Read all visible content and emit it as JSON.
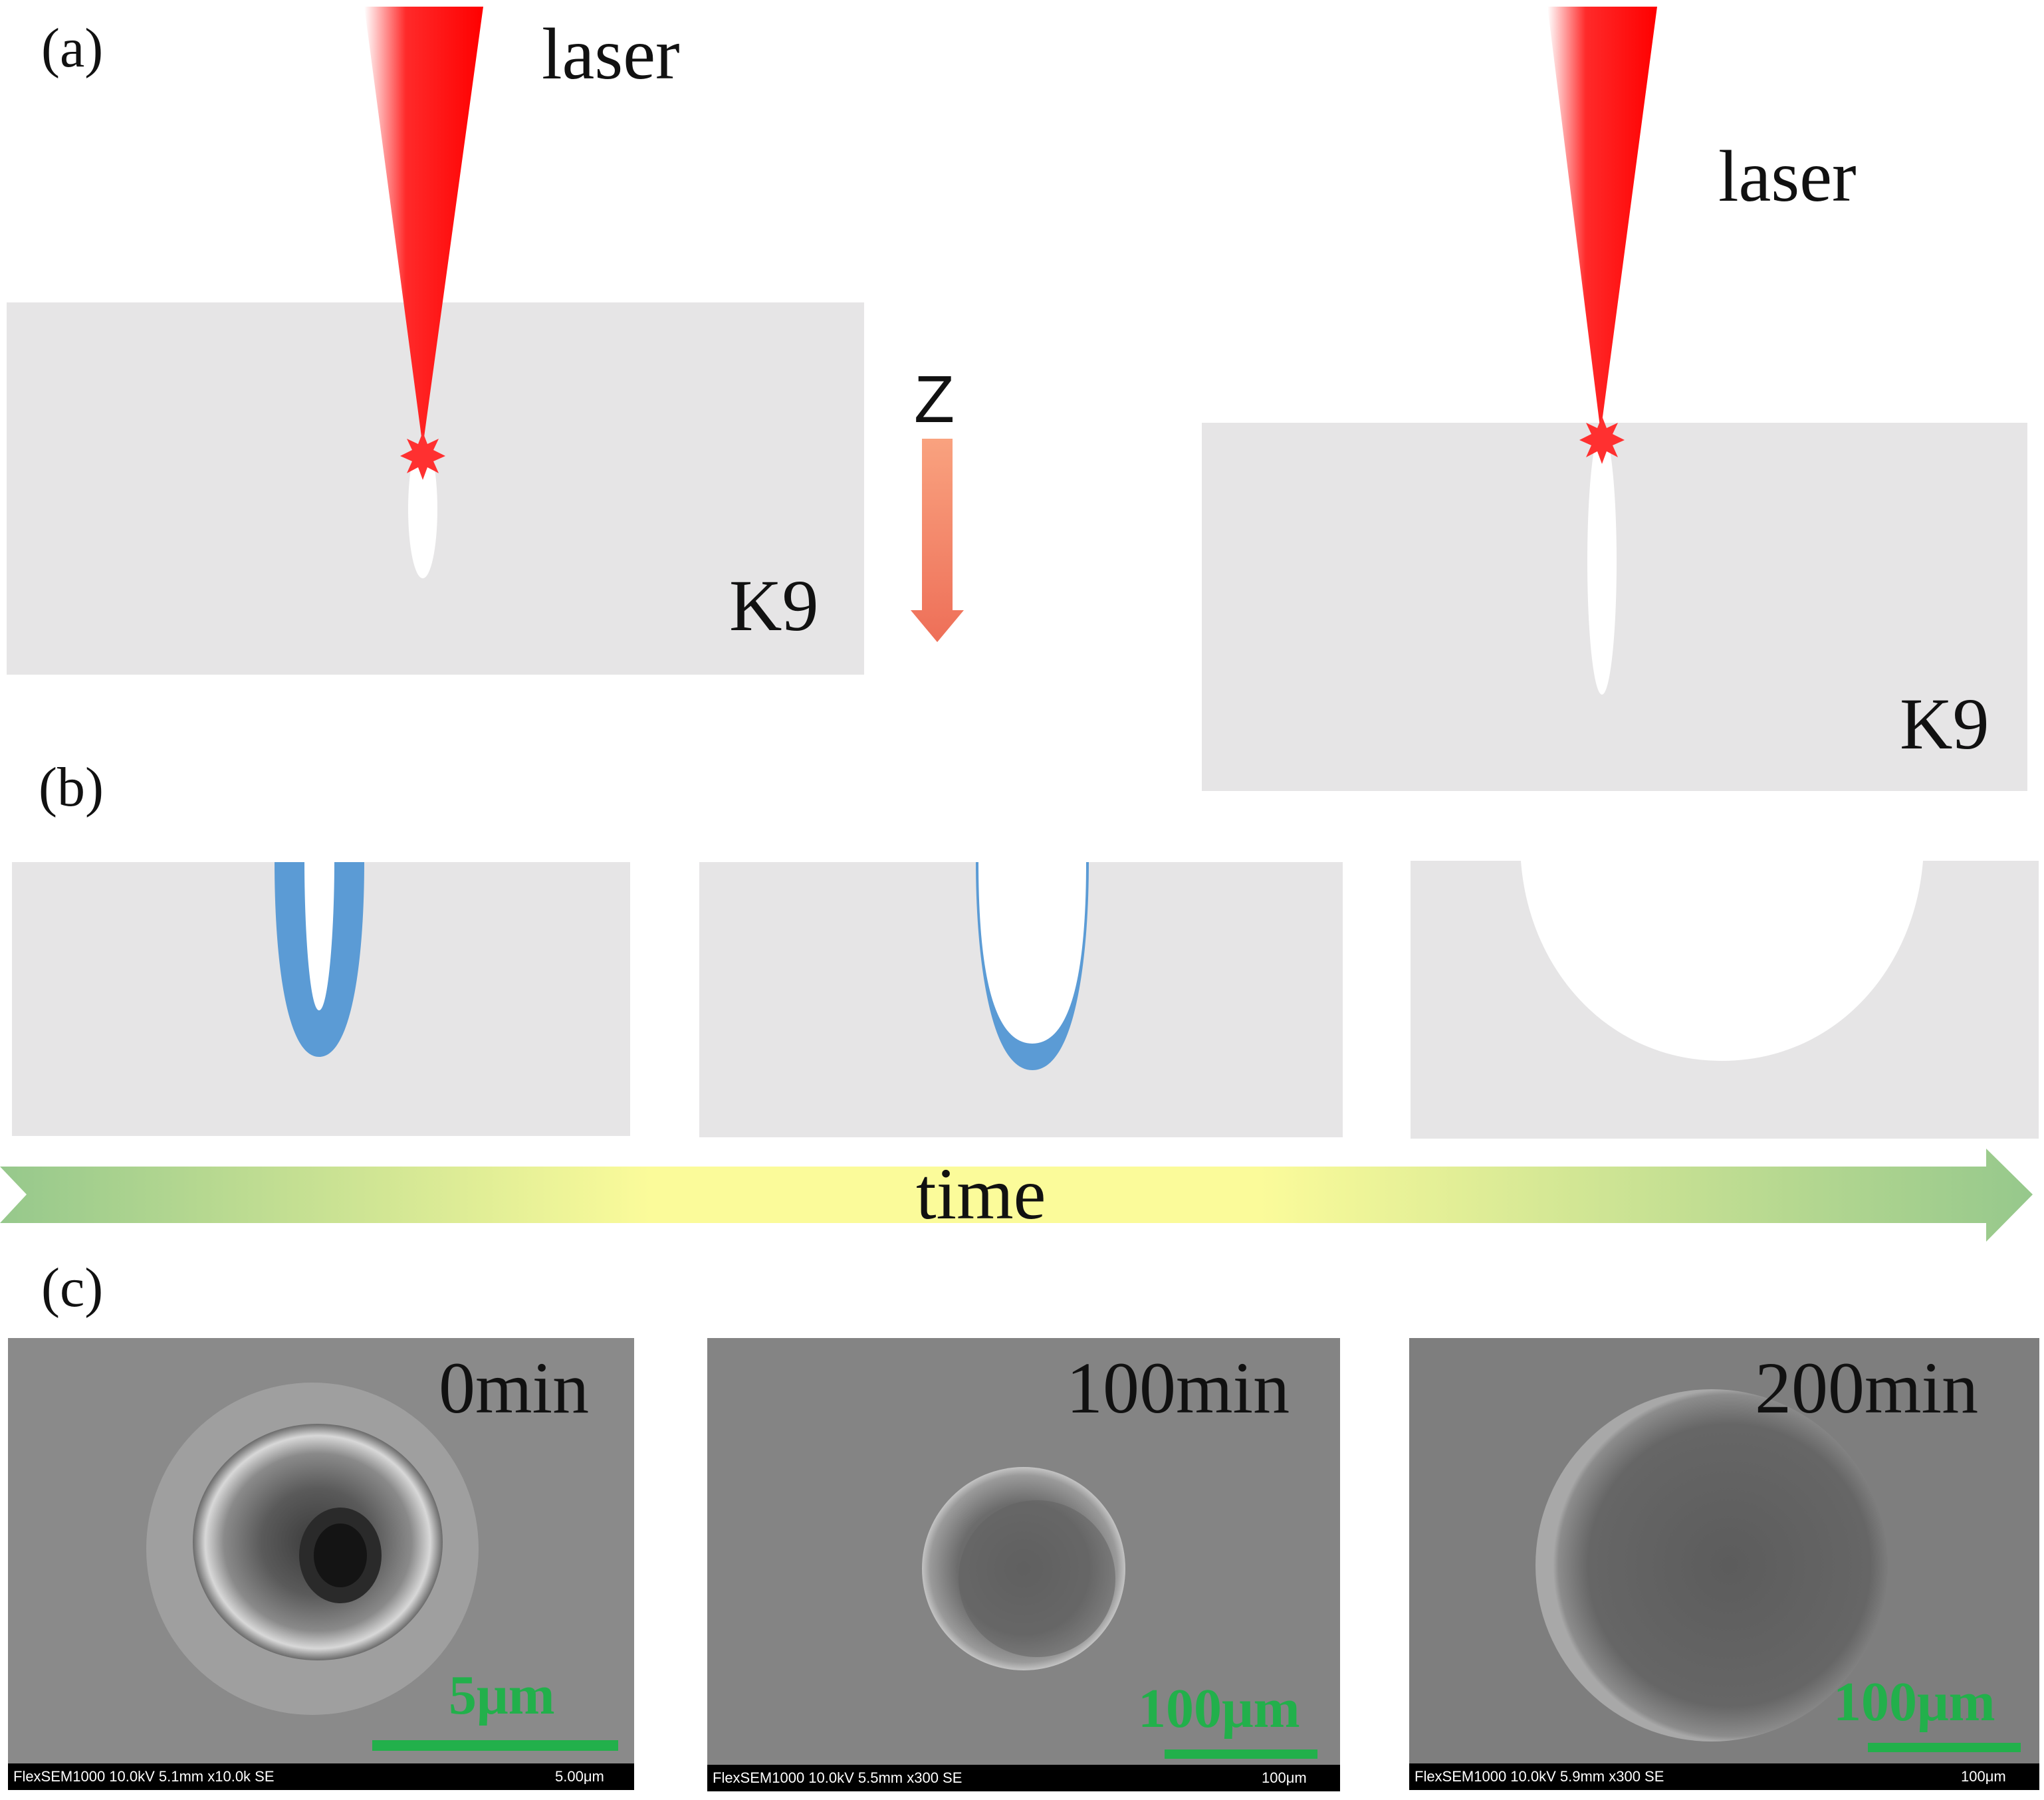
{
  "panel_a": {
    "label": "(a)",
    "laser_left": "laser",
    "laser_right": "laser",
    "material_left": "K9",
    "material_right": "K9",
    "axis": "Z"
  },
  "panel_b": {
    "label": "(b)",
    "time": "time"
  },
  "panel_c": {
    "label": "(c)",
    "images": [
      {
        "time": "0min",
        "scale": "5μm",
        "footer": "FlexSEM1000 10.0kV 5.1mm x10.0k SE",
        "footer_scale": "5.00μm"
      },
      {
        "time": "100min",
        "scale": "100μm",
        "footer": "FlexSEM1000 10.0kV 5.5mm x300 SE",
        "footer_scale": "100μm"
      },
      {
        "time": "200min",
        "scale": "100μm",
        "footer": "FlexSEM1000 10.0kV 5.9mm x300 SE",
        "footer_scale": "100μm"
      }
    ]
  },
  "colors": {
    "glass": "#e6e5e6",
    "laser": "#ff0000",
    "etchant": "#5b9bd5",
    "scale_bar": "#22b04b",
    "arrow_z": "#f08a6a"
  }
}
